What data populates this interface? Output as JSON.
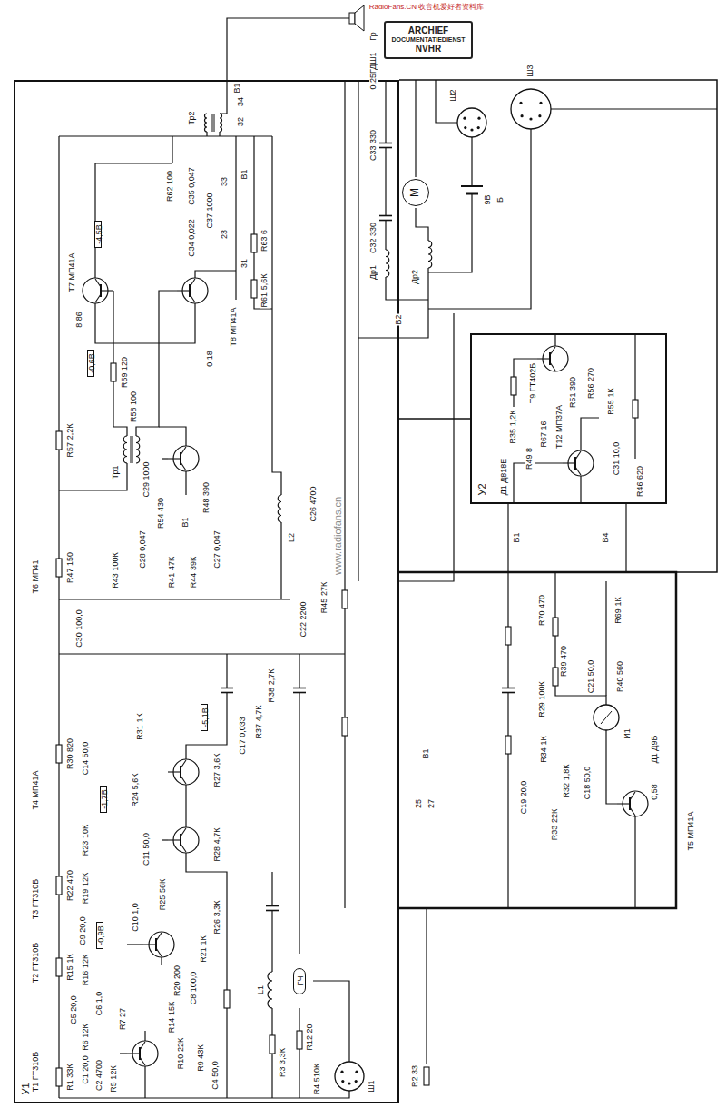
{
  "diagram": {
    "nodes": [
      {
        "text": [
          "ARCHIEF",
          "DOCUMENTATIEDIENST",
          "NVHR"
        ]
      },
      {
        "text": [
          "У1"
        ]
      },
      {
        "text": [
          "ГЧ"
        ],
        "in": 1
      },
      {
        "text": [
          "-4,5В"
        ],
        "in": 1
      },
      {
        "text": [
          "-0,6В"
        ],
        "in": 1
      },
      {
        "text": [
          "-5,1В"
        ],
        "in": 1
      },
      {
        "text": [
          "-1,7В"
        ],
        "in": 1
      },
      {
        "text": [
          "-0,9В"
        ],
        "in": 1
      },
      {
        "text": [
          "У2"
        ]
      },
      {
        "text": [
          "М"
        ]
      }
    ],
    "edges": [
      {
        "from": 1,
        "to": 8,
        "arrow": "none"
      }
    ],
    "labels": [
      "RadioFans.CN 收音机爱好者资料库",
      "Гр",
      "0,25ГДШ1",
      "В1",
      "34",
      "32",
      "Тр2",
      "R62 100",
      "С35 0,047",
      "С37 1000",
      "33",
      "В1",
      "С34 0,022",
      "23",
      "31",
      "R63 6",
      "R61 5,6К",
      "Т7 МП41А",
      "8,86",
      "Т8 МП41А",
      "0,18",
      "R59 120",
      "R58 100",
      "R57 2,2К",
      "Тр1",
      "С29 1000",
      "R54 430",
      "R48 390",
      "В1",
      "С28 0,047",
      "С27 0,047",
      "R43 100К",
      "R41 47К",
      "R44 39К",
      "Т6 МП41",
      "R47 150",
      "С30 100,0",
      "L2",
      "С26 4700",
      "www.radiofans.cn",
      "С22 2200",
      "R45 27К",
      "R38 2,7К",
      "R37 4,7К",
      "С17 0,033",
      "R30 820",
      "С14 50,0",
      "R31 1К",
      "R27 3,6К",
      "R24 5,6К",
      "Т4 МП41А",
      "R28 4,7К",
      "С11 50,0",
      "R23 10К",
      "R22 470",
      "R19 12К",
      "Т3 ГТ310Б",
      "R25 56К",
      "R26 3,3К",
      "С10 1,0",
      "С9 20,0",
      "Т2 ГТ310Б",
      "R15 1К",
      "R16 12К",
      "R21 1К",
      "R20 200",
      "С8 100,0",
      "L1",
      "R14 15К",
      "С6 1,0",
      "С5 20,0",
      "R7 27",
      "R6 12К",
      "Т1 ГТ310Б",
      "R10 22К",
      "R9 43К",
      "С4 50,0",
      "С1 20,0",
      "С2 4700",
      "R5 12К",
      "R1 33К",
      "R12 20",
      "R3 3,3К",
      "R4 510К",
      "Ш1",
      "R2 33",
      "С33 330",
      "С32 330",
      "Др1",
      "Др2",
      "В2",
      "Ш2",
      "Ш3",
      "Б",
      "9В",
      "Т9 ГТ402Б",
      "R51 390",
      "R56 270",
      "R55 1К",
      "R35 1,2К",
      "R67 16",
      "Т12 МП37А",
      "R49 8",
      "Д1 Д818Е",
      "С31 10,0",
      "R46 620",
      "В1",
      "В4",
      "R70 470",
      "R69 1К",
      "R39 470",
      "С21 50,0",
      "R40 560",
      "R29 100К",
      "И1",
      "R34 1К",
      "R32 1,8К",
      "С18 50,0",
      "С19 20,0",
      "R33 22К",
      "Д1 Д9Б",
      "0,58",
      "Т5 МП41А",
      "В1",
      "25",
      "27"
    ]
  }
}
